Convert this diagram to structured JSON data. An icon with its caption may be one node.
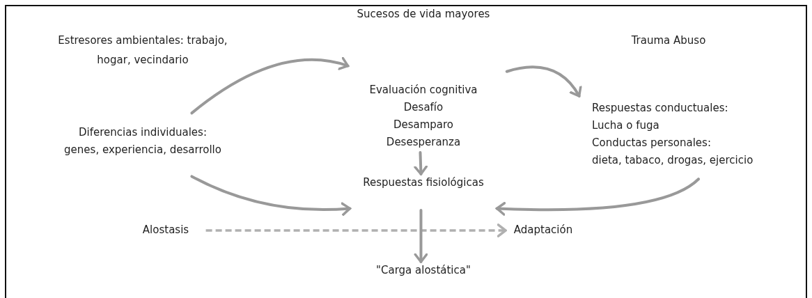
{
  "diagram": {
    "nodes": [
      {
        "text": [
          "Diferencias individuales:",
          "genes, experiencia, desarrollo"
        ]
      },
      {
        "text": [
          "Evaluación cognitiva",
          "Desafío",
          "Desamparo",
          "Desesperanza"
        ]
      },
      {
        "text": [
          "Respuestas conductuales:",
          "Lucha o fuga",
          "Conductas personales:",
          "dieta, tabaco, drogas, ejercicio"
        ]
      },
      {
        "text": [
          "Respuestas fisiológicas"
        ]
      },
      {
        "text": [
          "Alostasis"
        ]
      },
      {
        "text": [
          "Adaptación"
        ]
      },
      {
        "text": [
          "\"Carga alostática\""
        ]
      }
    ],
    "edges": [
      {
        "from": 0,
        "to": 1,
        "arrow": "to"
      },
      {
        "from": 1,
        "to": 2,
        "arrow": "to"
      },
      {
        "from": 1,
        "to": 3,
        "arrow": "to"
      },
      {
        "from": 0,
        "to": 3,
        "arrow": "to"
      },
      {
        "from": 2,
        "to": 3,
        "arrow": "to"
      },
      {
        "from": 4,
        "to": 5,
        "arrow": "to",
        "style": "dashed",
        "color": "#b0b0b0"
      },
      {
        "from": 3,
        "to": 6,
        "arrow": "to"
      }
    ],
    "labels": [
      "Estresores ambientales: trabajo, hogar, vecindario",
      "Sucesos de vida mayores",
      "Trauma Abuso"
    ]
  }
}
